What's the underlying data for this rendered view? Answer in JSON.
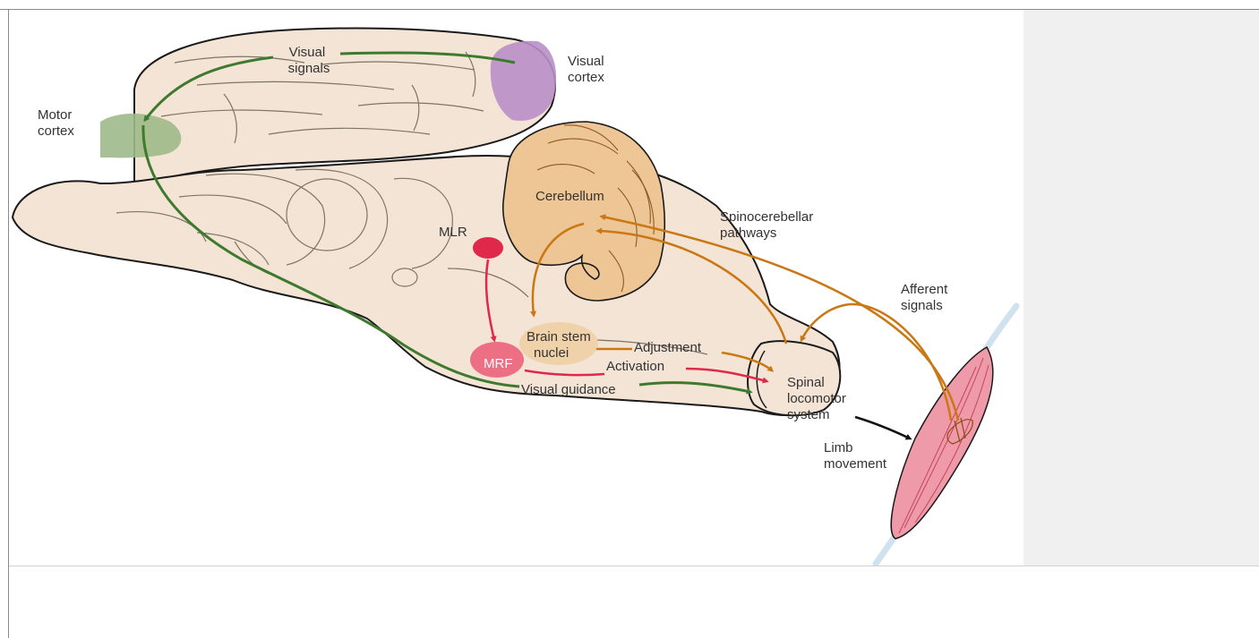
{
  "diagram": {
    "labels": {
      "visual_signals": [
        "Visual",
        "signals"
      ],
      "visual_cortex": [
        "Visual",
        "cortex"
      ],
      "motor_cortex": [
        "Motor",
        "cortex"
      ],
      "cerebellum": "Cerebellum",
      "spinocerebellar_pathways": [
        "Spinocerebellar",
        "pathways"
      ],
      "mlr": "MLR",
      "afferent_signals": [
        "Afferent",
        "signals"
      ],
      "brain_stem_nuclei": [
        "Brain stem",
        "nuclei"
      ],
      "adjustment": "Adjustment",
      "mrf": "MRF",
      "activation": "Activation",
      "visual_guidance": "Visual guidance",
      "spinal_locomotor_system": [
        "Spinal",
        "locomotor",
        "system"
      ],
      "limb_movement": [
        "Limb",
        "movement"
      ]
    },
    "colors": {
      "brain_fill": "#f4e4d6",
      "outline": "#1a1a1a",
      "visual_cortex": "#b98fc8",
      "motor_cortex": "#9fb98a",
      "cerebellum": "#eec594",
      "mlr": "#e0284a",
      "mrf": "#ec6f84",
      "brain_stem_nuclei": "#f0d2aa",
      "green_pathway": "#3e7a2e",
      "orange_pathway": "#c97814",
      "red_pathway": "#e0284a",
      "muscle": "#ef9aa8",
      "tendon": "#cfe2ee",
      "limb_arrow": "#111111"
    }
  }
}
